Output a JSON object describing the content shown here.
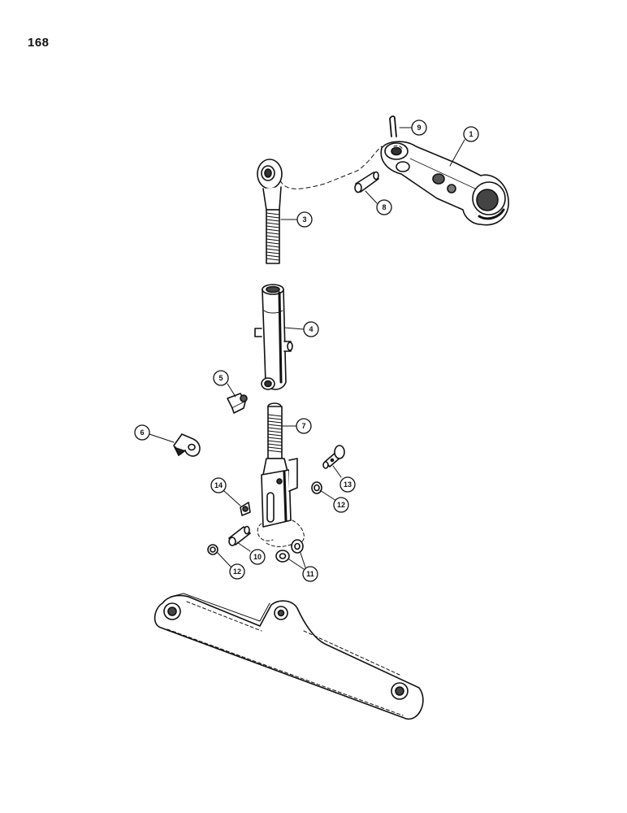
{
  "page": {
    "number": "168"
  },
  "colors": {
    "ink": "#111111",
    "paper": "#ffffff"
  },
  "callouts": [
    {
      "id": "1",
      "part": "lift-arm"
    },
    {
      "id": "3",
      "part": "threaded-rod-end"
    },
    {
      "id": "4",
      "part": "adjusting-tube"
    },
    {
      "id": "5",
      "part": "grease-fitting"
    },
    {
      "id": "6",
      "part": "bracket-clip"
    },
    {
      "id": "7",
      "part": "clevis-yoke"
    },
    {
      "id": "8",
      "part": "pin"
    },
    {
      "id": "9",
      "part": "cotter-pin"
    },
    {
      "id": "10",
      "part": "pin"
    },
    {
      "id": "11",
      "part": "washers"
    },
    {
      "id": "12",
      "part": "washer"
    },
    {
      "id": "12",
      "part": "washer"
    },
    {
      "id": "13",
      "part": "clevis-pin"
    },
    {
      "id": "14",
      "part": "retainer-clip"
    }
  ]
}
